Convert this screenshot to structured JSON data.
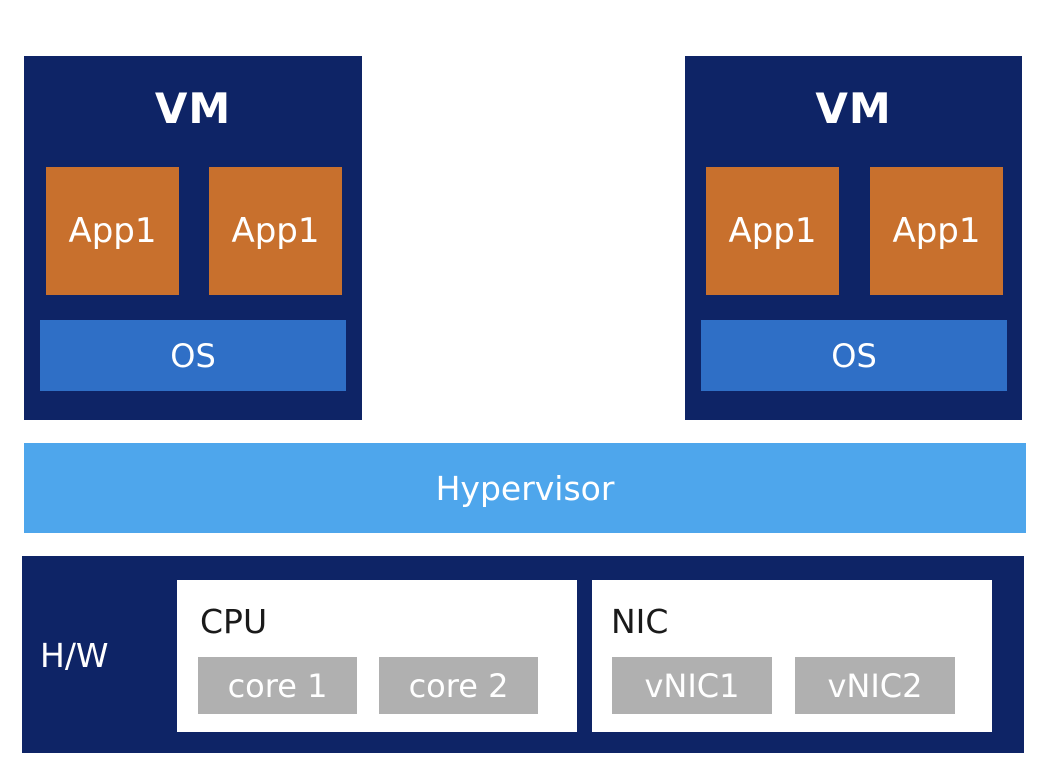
{
  "vms": [
    {
      "title": "VM",
      "apps": [
        "App1",
        "App1"
      ],
      "os": "OS"
    },
    {
      "title": "VM",
      "apps": [
        "App1",
        "App1"
      ],
      "os": "OS"
    }
  ],
  "hypervisor": {
    "label": "Hypervisor"
  },
  "hardware": {
    "label": "H/W",
    "cpu": {
      "title": "CPU",
      "cores": [
        "core 1",
        "core 2"
      ]
    },
    "nic": {
      "title": "NIC",
      "vnics": [
        "vNIC1",
        "vNIC2"
      ]
    }
  },
  "colors": {
    "vm_background": "#0e2466",
    "app": "#c8702d",
    "os": "#2f6fc6",
    "hypervisor": "#4ea6ec",
    "hardware_background": "#0e2466",
    "chip": "#b0b0b0"
  }
}
